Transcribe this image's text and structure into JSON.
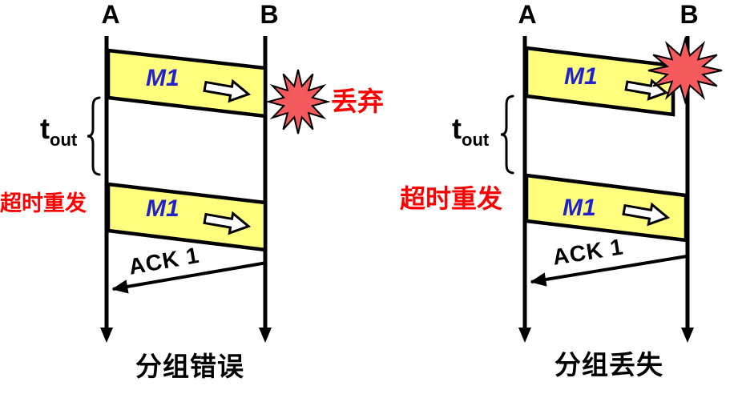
{
  "diagram": {
    "title_hint": "stop-and-wait timeout retransmission",
    "colors": {
      "packet_fill": "#FFFF7D",
      "packet_label_blue": "#2222CC",
      "alert_red": "#FF0000",
      "burst_fill": "#F4595B",
      "line_black": "#000000"
    },
    "panels": [
      {
        "host_a": "A",
        "host_b": "B",
        "packet1_label": "M1",
        "packet2_label": "M1",
        "timeout_symbol": "t",
        "timeout_subscript": "out",
        "discard_label": "丢弃",
        "retransmit_label": "超时重发",
        "ack_label": "ACK 1",
        "caption": "分组错误"
      },
      {
        "host_a": "A",
        "host_b": "B",
        "packet1_label": "M1",
        "packet2_label": "M1",
        "timeout_symbol": "t",
        "timeout_subscript": "out",
        "retransmit_label": "超时重发",
        "ack_label": "ACK 1",
        "caption": "分组丢失"
      }
    ]
  }
}
